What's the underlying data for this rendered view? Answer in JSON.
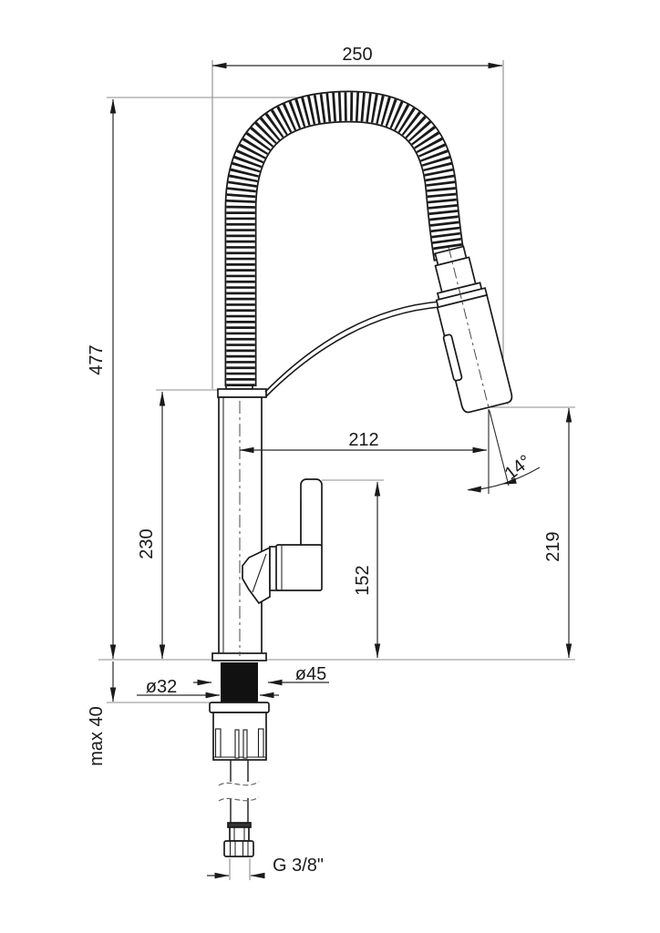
{
  "drawing": {
    "title": "faucet-technical-drawing",
    "dimensions": {
      "top_width": "250",
      "total_height": "477",
      "body_height": "230",
      "spout_reach": "212",
      "handle_height": "152",
      "spout_drop_height": "219",
      "spout_angle": "14°",
      "deck_thickness_max": "max 40",
      "shank_diameter": "ø32",
      "base_diameter": "ø45",
      "hose_thread": "G 3/8\""
    },
    "line_colors": {
      "outline": "#1a1a1a",
      "dimension": "#2a2a2a",
      "extension": "#8d8d8d",
      "gasket_fill": "#111111"
    }
  }
}
